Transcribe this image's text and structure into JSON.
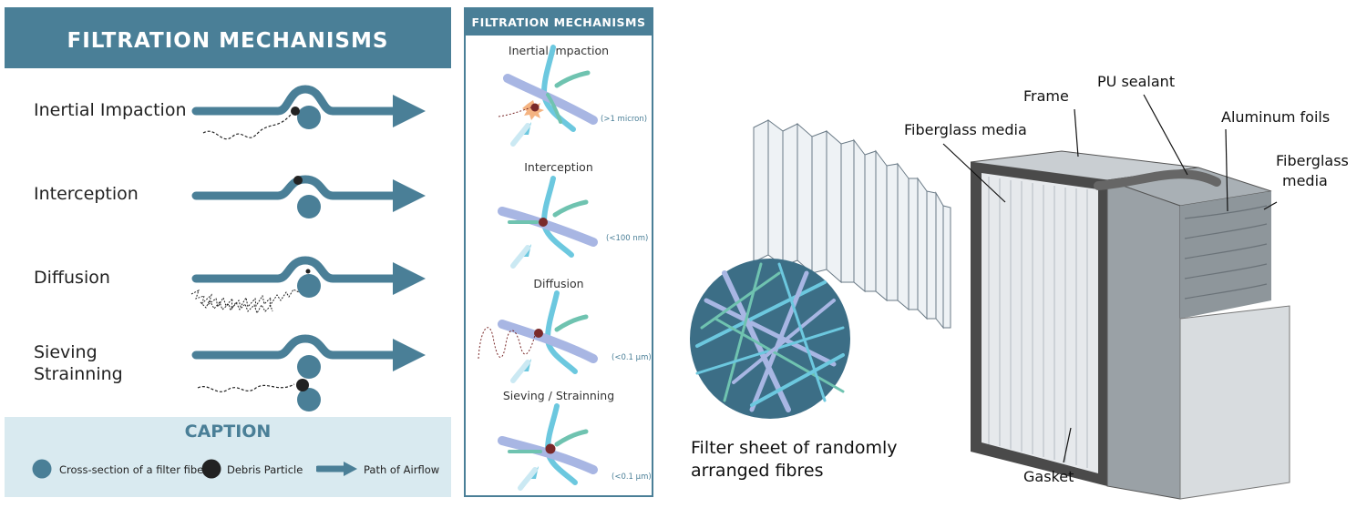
{
  "panel1": {
    "title": "FILTRATION MECHANISMS",
    "mechanisms": [
      {
        "label": "Inertial Impaction"
      },
      {
        "label": "Interception"
      },
      {
        "label": "Diffusion"
      },
      {
        "label_line1": "Sieving",
        "label_line2": "Strainning"
      }
    ],
    "caption": {
      "title": "CAPTION",
      "legend": [
        {
          "label": "Cross-section of a filter fiber",
          "icon": "fiber-circle-icon"
        },
        {
          "label": "Debris Particle",
          "icon": "particle-dot-icon"
        },
        {
          "label": "Path of Airflow",
          "icon": "arrow-right-icon"
        }
      ]
    }
  },
  "panel2": {
    "title": "FILTRATION MECHANISMS",
    "mechanisms": [
      {
        "label": "Inertial Impaction",
        "size": "(>1 micron)"
      },
      {
        "label": "Interception",
        "size": "(<100 nm)"
      },
      {
        "label": "Diffusion",
        "size": "(<0.1 µm)"
      },
      {
        "label": "Sieving / Strainning",
        "size": "(<0.1 µm)"
      }
    ]
  },
  "panel3": {
    "labels": {
      "frame": "Frame",
      "pu_sealant": "PU sealant",
      "fiberglass_media_left": "Fiberglass media",
      "aluminum_foils": "Aluminum foils",
      "fiberglass_media_right_line1": "Fiberglass",
      "fiberglass_media_right_line2": "media",
      "gasket": "Gasket",
      "filter_sheet_line1": "Filter sheet of randomly",
      "filter_sheet_line2": "arranged fibres"
    }
  },
  "colors": {
    "primary": "#4a7f97",
    "caption_bg": "#d9eaf0",
    "particle": "#222222",
    "fiber_lavender": "#a8b6e3",
    "fiber_cyan": "#6cc8df",
    "fiber_teal": "#6fc3b0",
    "particle_red": "#7a2a2a"
  }
}
